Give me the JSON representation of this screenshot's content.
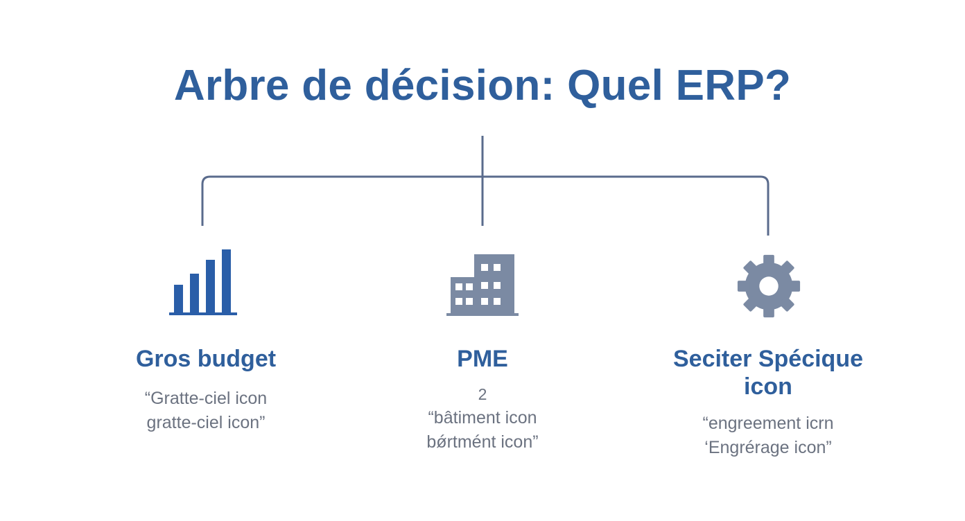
{
  "title": "Arbre de décision: Quel ERP?",
  "branches": [
    {
      "icon": "bar-chart-icon",
      "heading": "Gros budget",
      "lines": [
        "“Gratte-ciel icon",
        "gratte-ciel icon”"
      ]
    },
    {
      "icon": "building-icon",
      "heading": "PME",
      "number": "2",
      "lines": [
        "“bâtiment icon",
        "bǿrtmént icon”"
      ]
    },
    {
      "icon": "gear-icon",
      "heading_lines": [
        "Seciter Spécique",
        "icon"
      ],
      "lines": [
        "“engreement icrn",
        "‘Engrérage icon”"
      ]
    }
  ],
  "colors": {
    "title": "#2f5f9c",
    "heading": "#2f5f9c",
    "bar_chart_icon": "#2a5ea8",
    "building_icon": "#7b8aa3",
    "gear_icon": "#7b8aa3",
    "connector": "#5a6b8c",
    "note_text": "#6b7280"
  }
}
